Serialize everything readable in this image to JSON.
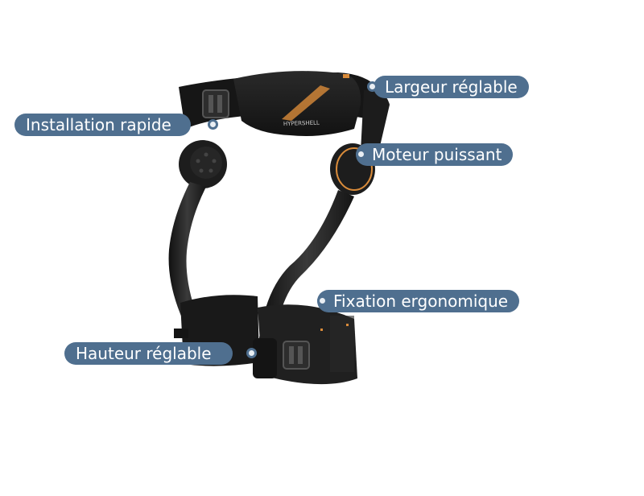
{
  "labels": {
    "width": "Largeur réglable",
    "install": "Installation rapide",
    "motor": "Moteur puissant",
    "fixation": "Fixation ergonomique",
    "height": "Hauteur réglable"
  },
  "colors": {
    "label_bg": "#4f6f8f",
    "label_text": "#ffffff",
    "device_dark": "#1b1b1b",
    "accent": "#d98b3a"
  },
  "icons": {
    "marker": "dot-marker"
  }
}
